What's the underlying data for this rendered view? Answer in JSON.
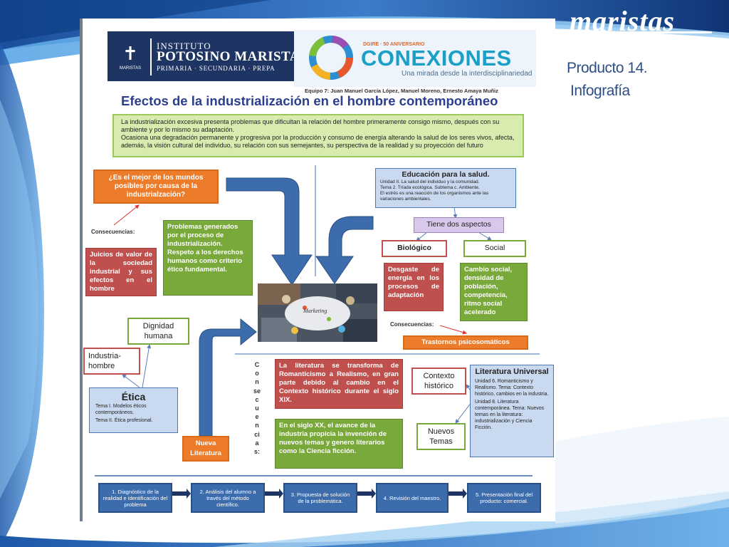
{
  "brand": {
    "logo_text": "maristas"
  },
  "slide": {
    "title_line1": "Producto 14.",
    "title_line2": "Infografía"
  },
  "header": {
    "logo_line1": "INSTITUTO",
    "logo_line2": "POTOSINO MARISTA",
    "logo_line3": "PRIMARIA · SECUNDARIA · PREPA",
    "logo_mark_label": "MARISTAS",
    "conexiones_top": "DGIRE · 50 ANIVERSARIO",
    "conexiones_title": "CONEXIONES",
    "conexiones_tagline": "Una mirada desde la interdisciplinariedad"
  },
  "equipo": "Equipo 7: Juan Manuel García López, Manuel Moreno, Ernesto Amaya Muñiz",
  "main_title": "Efectos de la industrialización en el hombre contemporáneo",
  "intro": {
    "p1": "La industrialización excesiva presenta problemas que dificultan la relación del hombre primeramente consigo mismo, después con su ambiente y por lo mismo su adaptación.",
    "p2": "Ocasiona una degradación permanente y progresiva por la producción y consumo de energía alterando la salud de los seres vivos, afecta, además, la visión cultural del individuo, su relación con sus semejantes, su perspectiva de la realidad y su proyección del futuro"
  },
  "question": "¿Es el mejor de los mundos posibles por causa de la industrialzación?",
  "consecuencias_label": "Consecuencias:",
  "consecuencias_vertical": "Consecuencias:",
  "juicios": "Juicios de valor de la sociedad industrial y sus efectos en el hombre",
  "problemas": "Problemas generados por el proceso de industrialización. Respeto a los derechos humanos como criterio ético fundamental.",
  "educacion": {
    "title": "Educación para la salud.",
    "l1": "Unidad II. La salud del individuo y la comunidad.",
    "l2": "Tema 2. Tríada ecológica. Subtema c. Ambiente.",
    "l3": "El estrés es una reacción de los organismos ante las variaciones ambientales."
  },
  "tiene_dos": "Tiene dos aspectos",
  "biologico": "Biológico",
  "social": "Social",
  "desgaste": "Desgaste de energía en los procesos de adaptación",
  "cambio_social": "Cambio social, densidad de población, competencia, ritmo social acelerado",
  "consecuencias_label_2": "Consecuencias:",
  "trastornos": "Trastornos psicosomáticos",
  "dignidad": "Dignidad humana",
  "industria_hombre": "Industria-hombre",
  "etica": {
    "title": "Ética",
    "l1": "Tema I. Modelos éticos contemporáneos.",
    "l2": "Tema II. Ética profesional."
  },
  "nueva_literatura": "Nueva Literatura",
  "literatura_romanticismo": "La literatura se transforma de Romanticismo a Realismo, en gran parte debido al cambio en el Contexto histórico durante el siglo XIX.",
  "siglo_xx": "En el siglo XX, el avance de la industria propicia la invención de nuevos temas y genero literarios como la Ciencia ficción.",
  "contexto": "Contexto histórico",
  "nuevos_temas": "Nuevos Temas",
  "literatura_universal": {
    "title": "Literatura Universal",
    "l1": "Unidad 6. Romanticismo y Realismo. Tema: Contexto histórico, cambios en la industria.",
    "l2": "Unidad 8. Literatura contemporánea. Tema: Nuevos temas en la literatura: industrialización y Ciencia Ficción."
  },
  "flow_steps": [
    "1. Diagnóstico de la realidad e identificación del problema",
    "2. Análisis del alumno a través del método científico.",
    "3. Propuesta de solución de la problemática.",
    "4. Revisión del maestro.",
    "5. Presentación final del producto: comercial."
  ],
  "image_label": "Marketing",
  "colors": {
    "accent_blue": "#3d6cad",
    "orange": "#ec7c2a",
    "red": "#c0504d",
    "green": "#79a83b",
    "title_blue": "#2c3f8f",
    "header_navy": "#1e3564"
  }
}
